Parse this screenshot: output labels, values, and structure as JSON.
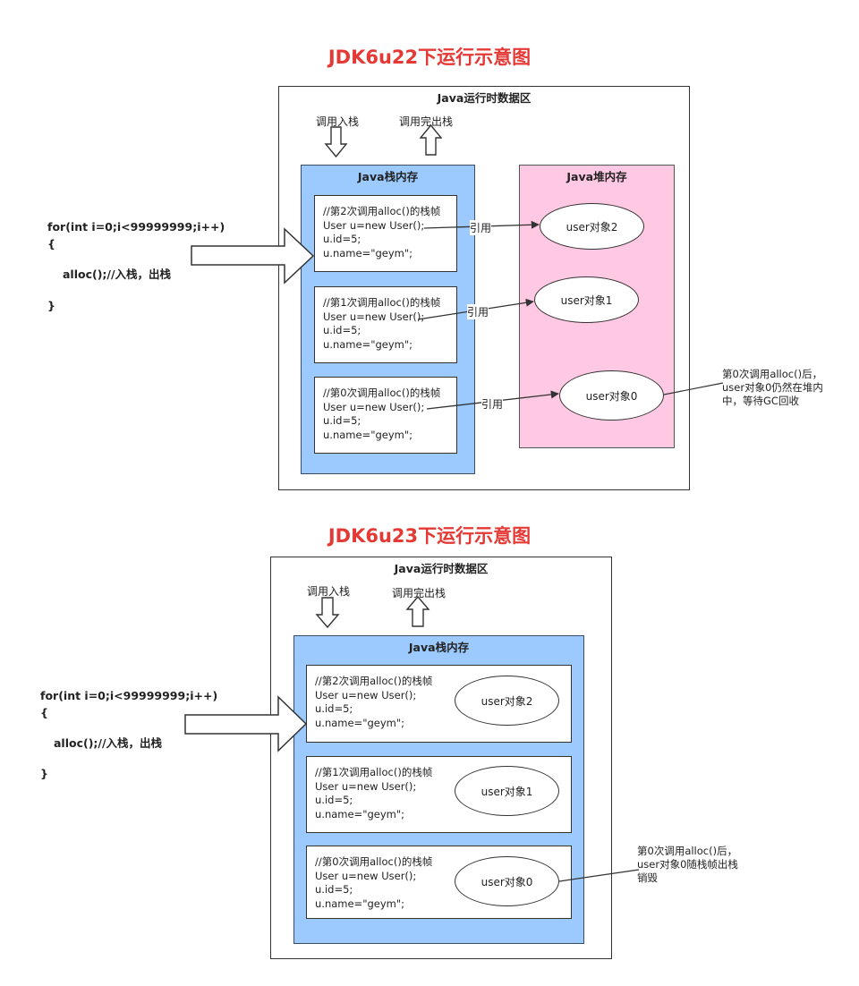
{
  "diagram1": {
    "title": "JDK6u22下运行示意图",
    "region_title": "Java运行时数据区",
    "push_label": "调用入栈",
    "pop_label": "调用完出栈",
    "stack_title": "Java栈内存",
    "heap_title": "Java堆内存",
    "code": [
      "for(int i=0;i<99999999;i++)",
      "{",
      "alloc();//入栈，出栈",
      "}"
    ],
    "frames": [
      {
        "lines": [
          "//第2次调用alloc()的栈帧",
          "User u=new User();",
          "u.id=5;",
          "u.name=\"geym\";"
        ]
      },
      {
        "lines": [
          "//第1次调用alloc()的栈帧",
          "User u=new User();",
          "u.id=5;",
          "u.name=\"geym\";"
        ]
      },
      {
        "lines": [
          "//第0次调用alloc()的栈帧",
          "User u=new User();",
          "u.id=5;",
          "u.name=\"geym\";"
        ]
      }
    ],
    "objects": [
      "user对象2",
      "user对象1",
      "user对象0"
    ],
    "ref_label": "引用",
    "note": [
      "第0次调用alloc()后，",
      "user对象0仍然在堆内",
      "中，等待GC回收"
    ]
  },
  "diagram2": {
    "title": "JDK6u23下运行示意图",
    "region_title": "Java运行时数据区",
    "push_label": "调用入栈",
    "pop_label": "调用完出栈",
    "stack_title": "Java栈内存",
    "code": [
      "for(int i=0;i<99999999;i++)",
      "{",
      "alloc();//入栈，出栈",
      "}"
    ],
    "frames": [
      {
        "lines": [
          "//第2次调用alloc()的栈帧",
          "User u=new User();",
          "u.id=5;",
          "u.name=\"geym\";"
        ]
      },
      {
        "lines": [
          "//第1次调用alloc()的栈帧",
          "User u=new User();",
          "u.id=5;",
          "u.name=\"geym\";"
        ]
      },
      {
        "lines": [
          "//第0次调用alloc()的栈帧",
          "User u=new User();",
          "u.id=5;",
          "u.name=\"geym\";"
        ]
      }
    ],
    "objects": [
      "user对象2",
      "user对象1",
      "user对象0"
    ],
    "note": [
      "第0次调用alloc()后，",
      "user对象0随栈帧出栈",
      "销毁"
    ]
  }
}
